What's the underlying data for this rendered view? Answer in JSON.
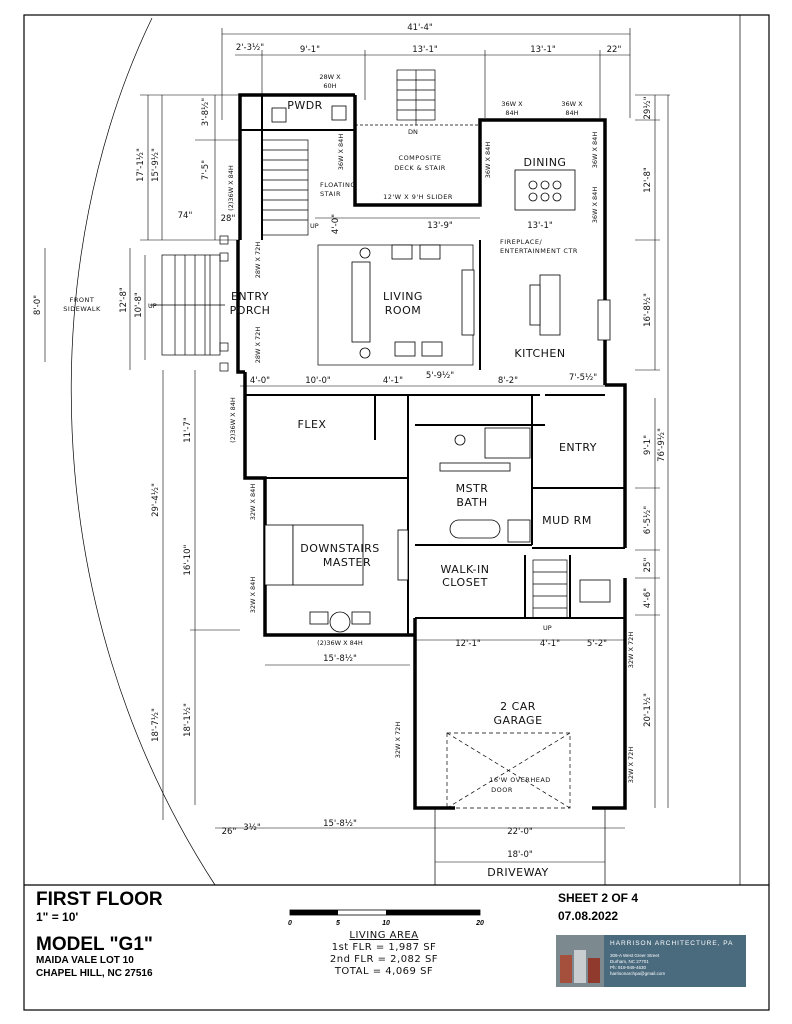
{
  "rooms": {
    "pwdr": "PWDR",
    "floating_stair_1": "FLOATING",
    "floating_stair_2": "STAIR",
    "composite_1": "COMPOSITE",
    "composite_2": "DECK & STAIR",
    "slider": "12'W X 9'H SLIDER",
    "dining": "DINING",
    "living_1": "LIVING",
    "living_2": "ROOM",
    "fireplace_1": "FIREPLACE/",
    "fireplace_2": "ENTERTAINMENT CTR",
    "kitchen": "KITCHEN",
    "entry_porch_1": "ENTRY",
    "entry_porch_2": "PORCH",
    "front_sidewalk_1": "FRONT",
    "front_sidewalk_2": "SIDEWALK",
    "flex": "FLEX",
    "entry": "ENTRY",
    "mstr_bath_1": "MSTR",
    "mstr_bath_2": "BATH",
    "mud_rm": "MUD RM",
    "walkin_1": "WALK-IN",
    "walkin_2": "CLOSET",
    "downstairs_1": "DOWNSTAIRS",
    "downstairs_2": "MASTER",
    "garage_1": "2 CAR",
    "garage_2": "GARAGE",
    "overhead_1": "16'W OVERHEAD",
    "overhead_2": "DOOR",
    "driveway": "DRIVEWAY",
    "dn": "DN",
    "up": "UP",
    "up2": "UP",
    "up3": "UP"
  },
  "window_labels": {
    "w28x60_1": "28W X",
    "w28x60_2": "60H",
    "w36x84_a1": "36W X",
    "w36x84_a2": "84H",
    "w36x84_b1": "36W X",
    "w36x84_b2": "84H",
    "w_stair": "(2)36W X 84H",
    "w_pwdr_v": "36W X 84H",
    "w_din_l": "36W X 84H",
    "w_din_r": "36W X 84H",
    "w_din_r2": "36W X 84H",
    "w_entry_t": "28W X 72H",
    "w_entry_b": "28W X 72H",
    "w_flex": "(2)36W X 84H",
    "w_master_t": "32W X 84H",
    "w_master_b": "32W X 84H",
    "w_master_bot": "(2)36W X 84H",
    "w_gar_l": "32W X 72H",
    "w_gar_r1": "32W X 72H",
    "w_gar_r2": "32W X 72H"
  },
  "dimensions": {
    "overall_width": "41'-4\"",
    "top_a": "2'-3½\"",
    "top_b": "9'-1\"",
    "top_c": "13'-1\"",
    "top_d": "13'-1\"",
    "top_e": "22\"",
    "d_13_9": "13'-9\"",
    "d_13_1": "13'-1\"",
    "d_4_0": "4'-0\"",
    "d_74": "74\"",
    "d_28": "28\"",
    "left_3_8": "3'-8½\"",
    "left_7_5": "7'-5\"",
    "left_15_9": "15'-9½\"",
    "left_17_1": "17'-1½\"",
    "left_12_8": "12'-8\"",
    "left_10_8": "10'-8\"",
    "left_8_0": "8'-0\"",
    "left_11_7": "11'-7\"",
    "left_29_4": "29'-4½\"",
    "left_16_10": "16'-10\"",
    "left_18_7": "18'-7½\"",
    "left_18_1": "18'-1½\"",
    "row_4_0": "4'-0\"",
    "row_10_0": "10'-0\"",
    "row_4_1": "4'-1\"",
    "row_5_9": "5'-9½\"",
    "row_8_2": "8'-2\"",
    "row_7_5": "7'-5½\"",
    "right_29": "29½\"",
    "right_12_8": "12'-8\"",
    "right_16_8": "16'-8½\"",
    "right_76_9": "76'-9½\"",
    "right_9_1": "9'-1\"",
    "right_6_5": "6'-5½\"",
    "right_25": "25\"",
    "right_4_6": "4'-6\"",
    "right_20_1": "20'-1½\"",
    "gar_12_1": "12'-1\"",
    "gar_4_1": "4'-1\"",
    "gar_5_2": "5'-2\"",
    "mstr_15_8": "15'-8½\"",
    "bot_26": "26\"",
    "bot_3": "3½\"",
    "bot_15_8": "15'-8½\"",
    "bot_22_0": "22'-0\"",
    "bot_18_0": "18'-0\""
  },
  "title_block": {
    "floor": "FIRST FLOOR",
    "scale": "1\" = 10'",
    "model": "MODEL \"G1\"",
    "lot": "MAIDA VALE LOT 10",
    "city": "CHAPEL HILL, NC   27516",
    "sheet": "SHEET 2 OF 4",
    "date": "07.08.2022",
    "living_area_title": "LIVING AREA",
    "first_flr": "1st FLR = 1,987 SF",
    "second_flr": "2nd FLR = 2,082 SF",
    "total": "TOTAL = 4,069 SF",
    "scale_0": "0",
    "scale_5": "5",
    "scale_10": "10",
    "scale_20": "20",
    "firm": "HARRISON ARCHITECTURE, PA",
    "firm_addr1": "309-A West Greer Street",
    "firm_addr2": "Durham, NC   27701",
    "firm_phone": "Ph: 919-949-4630",
    "firm_email": "harrisonarchpa@gmail.com"
  }
}
